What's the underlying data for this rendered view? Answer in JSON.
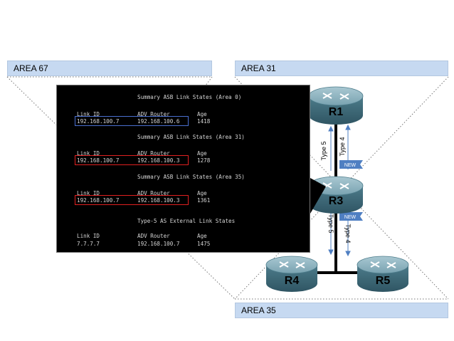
{
  "areas": {
    "area67": "AREA 67",
    "area31": "AREA 31",
    "area35": "AREA 35"
  },
  "routers": {
    "r1": "R1",
    "r3": "R3",
    "r4": "R4",
    "r5": "R5"
  },
  "links": {
    "type5_upper": "Type 5",
    "type4_upper": "Type 4",
    "type5_lower": "Type 5",
    "type4_lower": "Type 4",
    "new_upper": "NEW",
    "new_lower": "NEW"
  },
  "terminal": {
    "section1": {
      "title": "Summary ASB Link States (Area 0)",
      "col_link": "Link ID",
      "col_adv": "ADV Router",
      "col_age": "Age",
      "link_id": "192.168.100.7",
      "adv": "192.168.100.6",
      "age": "1418"
    },
    "section2": {
      "title": "Summary ASB Link States (Area 31)",
      "col_link": "Link ID",
      "col_adv": "ADV Router",
      "col_age": "Age",
      "link_id": "192.168.100.7",
      "adv": "192.168.100.3",
      "age": "1278"
    },
    "section3": {
      "title": "Summary ASB Link States (Area 35)",
      "col_link": "Link ID",
      "col_adv": "ADV Router",
      "col_age": "Age",
      "link_id": "192.168.100.7",
      "adv": "192.168.100.3",
      "age": "1361"
    },
    "section4": {
      "title": "Type-5 AS External Link States",
      "col_link": "Link ID",
      "col_adv": "ADV Router",
      "col_age": "Age",
      "link_id": "7.7.7.7",
      "adv": "192.168.100.7",
      "age": "1475"
    }
  },
  "colors": {
    "area_bar": "#c6d9f1",
    "router_body": "#5b8a9a",
    "highlight_blue": "#4a6fd0",
    "highlight_red": "#e02020",
    "new_flag": "#4f7fc2"
  }
}
